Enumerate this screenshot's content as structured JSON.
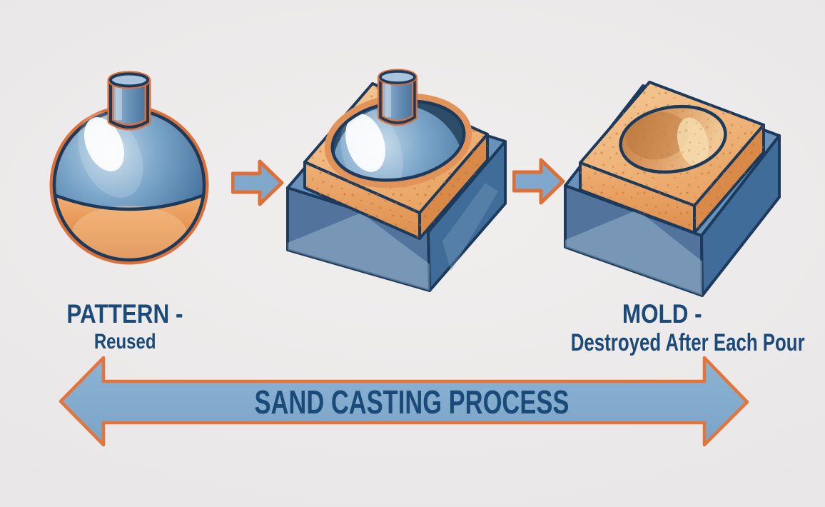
{
  "page": {
    "background": "#eae8e8",
    "title": "Sand casting process diagram"
  },
  "banner": {
    "text": "SAND CASTING PROCESS",
    "icon": "double-headed-arrow",
    "fill": "#84adcf",
    "border": "#e4743a",
    "text_color": "#1c4a78"
  },
  "stages": [
    {
      "id": "pattern",
      "illustration": "pattern-ball-with-sprue",
      "caption": "PATTERN -",
      "subcaption": "Reused"
    },
    {
      "id": "flask-packing",
      "illustration": "flask-with-embedded-pattern-dome"
    },
    {
      "id": "mold",
      "illustration": "sand-mold-with-round-cavity",
      "caption": "MOLD -",
      "subcaption": "Destroyed After Each Pour"
    }
  ],
  "connectors": {
    "icon": "right-arrow",
    "count": 2,
    "fill": "#7fa8cc",
    "border": "#dd7038"
  },
  "palette": {
    "outline_navy": "#1b3a5c",
    "outline_orange": "#dd7038",
    "metal_blue": "#6b96bd",
    "pattern_orange": "#e09055",
    "sand_light": "#f2c493",
    "sand_mid": "#e9a464",
    "sand_speckle": "#c06f2e",
    "box_blue": "#52749c",
    "label_color": "#1c4a78"
  }
}
